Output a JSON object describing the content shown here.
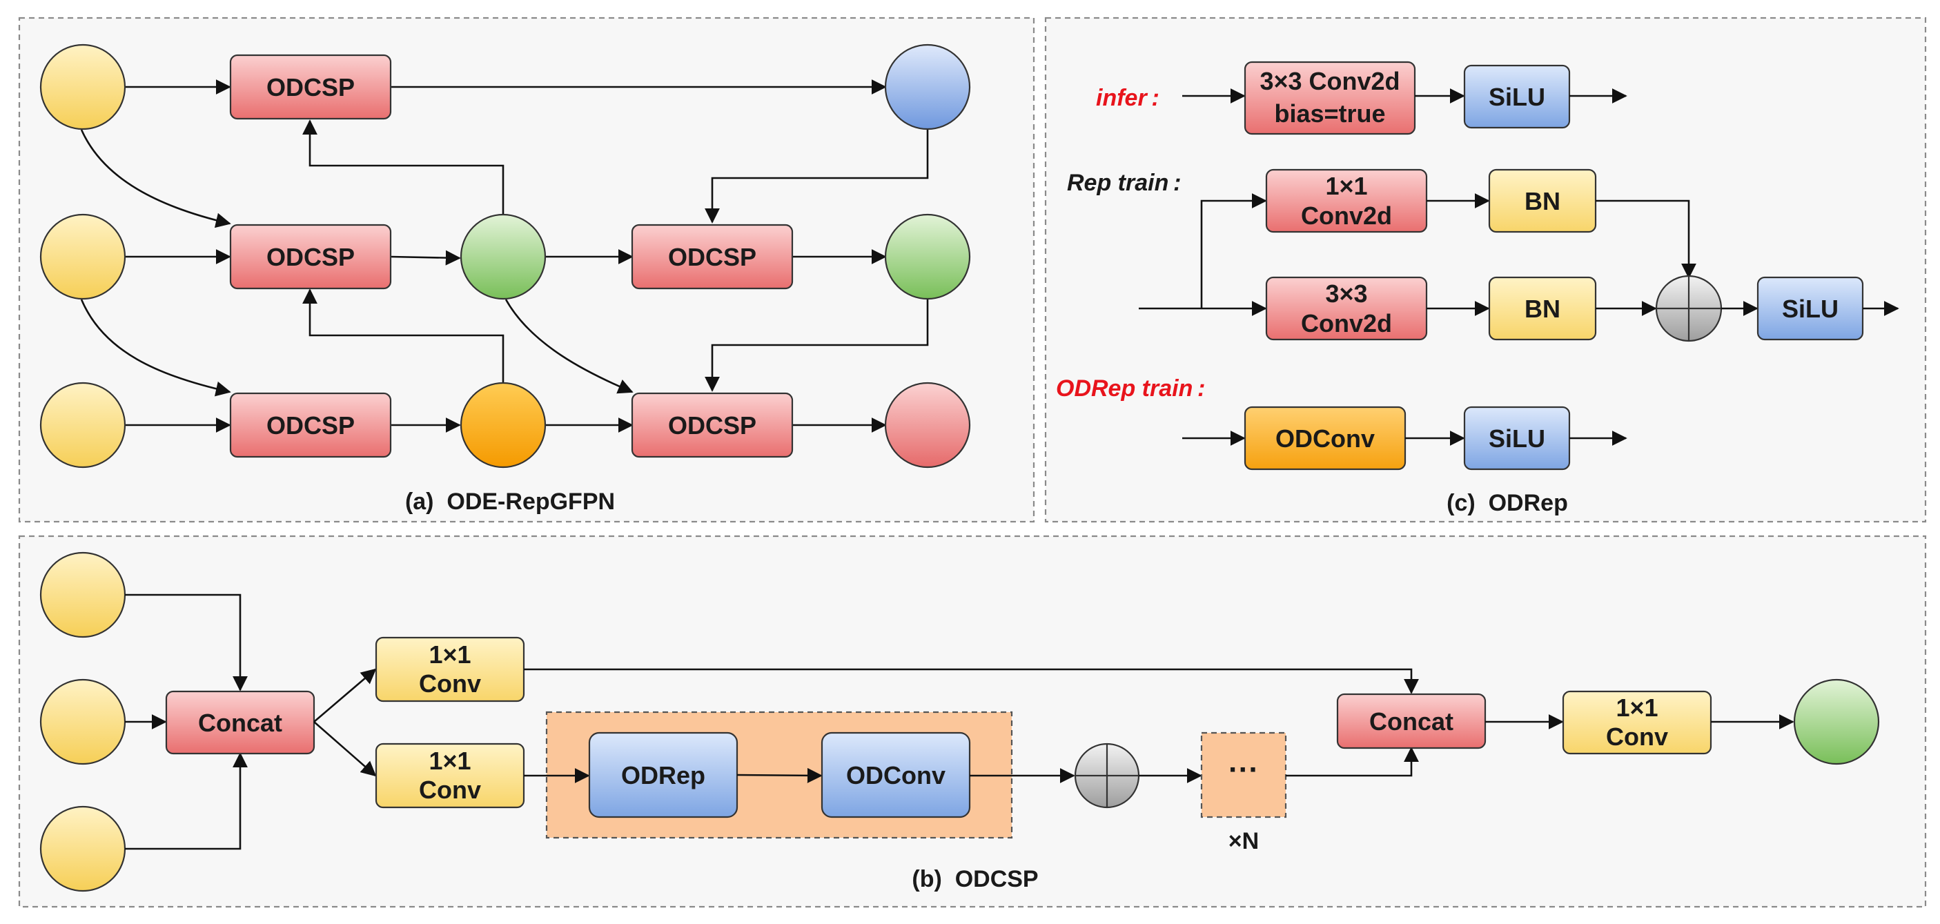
{
  "colors": {
    "red_box": "#f29c9c",
    "yellow_box": "#fbe59a",
    "blue_box": "#a9c6ee",
    "orange_box": "#fdb32e",
    "panel_bg": "#f7f7f7",
    "panel_border": "#888888",
    "orange_group": "#fbc69a",
    "circle_yellow": "#fce29a",
    "circle_blue": "#9fbdee",
    "circle_green": "#a8d990",
    "circle_orange": "#fbae1a",
    "circle_red": "#f29595",
    "circle_gray": "#c8c8c8",
    "accent_red_text": "#e8141c"
  },
  "panel_a": {
    "caption": "(a)  ODE-RepGFPN",
    "boxes": {
      "top_left": "ODCSP",
      "mid_left": "ODCSP",
      "bot_left": "ODCSP",
      "mid_right": "ODCSP",
      "bot_right": "ODCSP"
    }
  },
  "panel_b": {
    "caption": "(b)  ODCSP",
    "concat_left": "Concat",
    "conv_top_line1": "1×1",
    "conv_top_line2": "Conv",
    "conv_bot_line1": "1×1",
    "conv_bot_line2": "Conv",
    "odrep": "ODRep",
    "odconv": "ODConv",
    "ellipsis": "···",
    "repeat": "×N",
    "concat_right": "Concat",
    "conv_out_line1": "1×1",
    "conv_out_line2": "Conv"
  },
  "panel_c": {
    "caption": "(c)  ODRep",
    "infer_label": "infer :",
    "infer_conv_line1": "3×3 Conv2d",
    "infer_conv_line2": "bias=true",
    "infer_silu": "SiLU",
    "rep_train_label": "Rep train :",
    "rep_conv1_line1": "1×1",
    "rep_conv1_line2": "Conv2d",
    "rep_bn1": "BN",
    "rep_conv3_line1": "3×3",
    "rep_conv3_line2": "Conv2d",
    "rep_bn2": "BN",
    "rep_silu": "SiLU",
    "odrep_train_label": "ODRep train :",
    "odrep_odconv": "ODConv",
    "odrep_silu": "SiLU"
  }
}
